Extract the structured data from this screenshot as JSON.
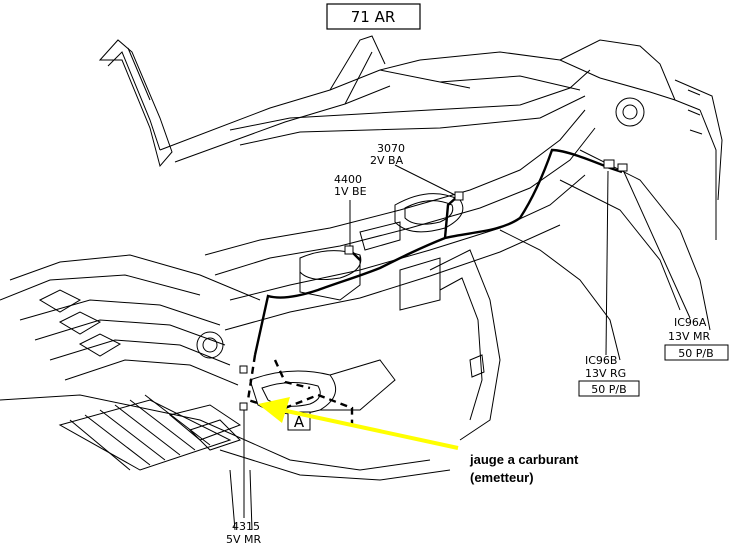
{
  "diagram": {
    "title": "71 AR",
    "labels": {
      "c3070": {
        "code": "3070",
        "spec": "2V BA"
      },
      "c4400": {
        "code": "4400",
        "spec": "1V BE"
      },
      "ic96b": {
        "code": "IC96B",
        "spec": "13V RG",
        "ref": "50 P/B"
      },
      "ic96a": {
        "code": "IC96A",
        "spec": "13V MR",
        "ref": "50 P/B"
      },
      "c4315": {
        "code": "4315",
        "spec": "5V MR"
      },
      "view_a": "A"
    },
    "annotation": {
      "line1": "jauge a carburant",
      "line2": "(emetteur)",
      "arrow_color": "#ffff00"
    }
  }
}
